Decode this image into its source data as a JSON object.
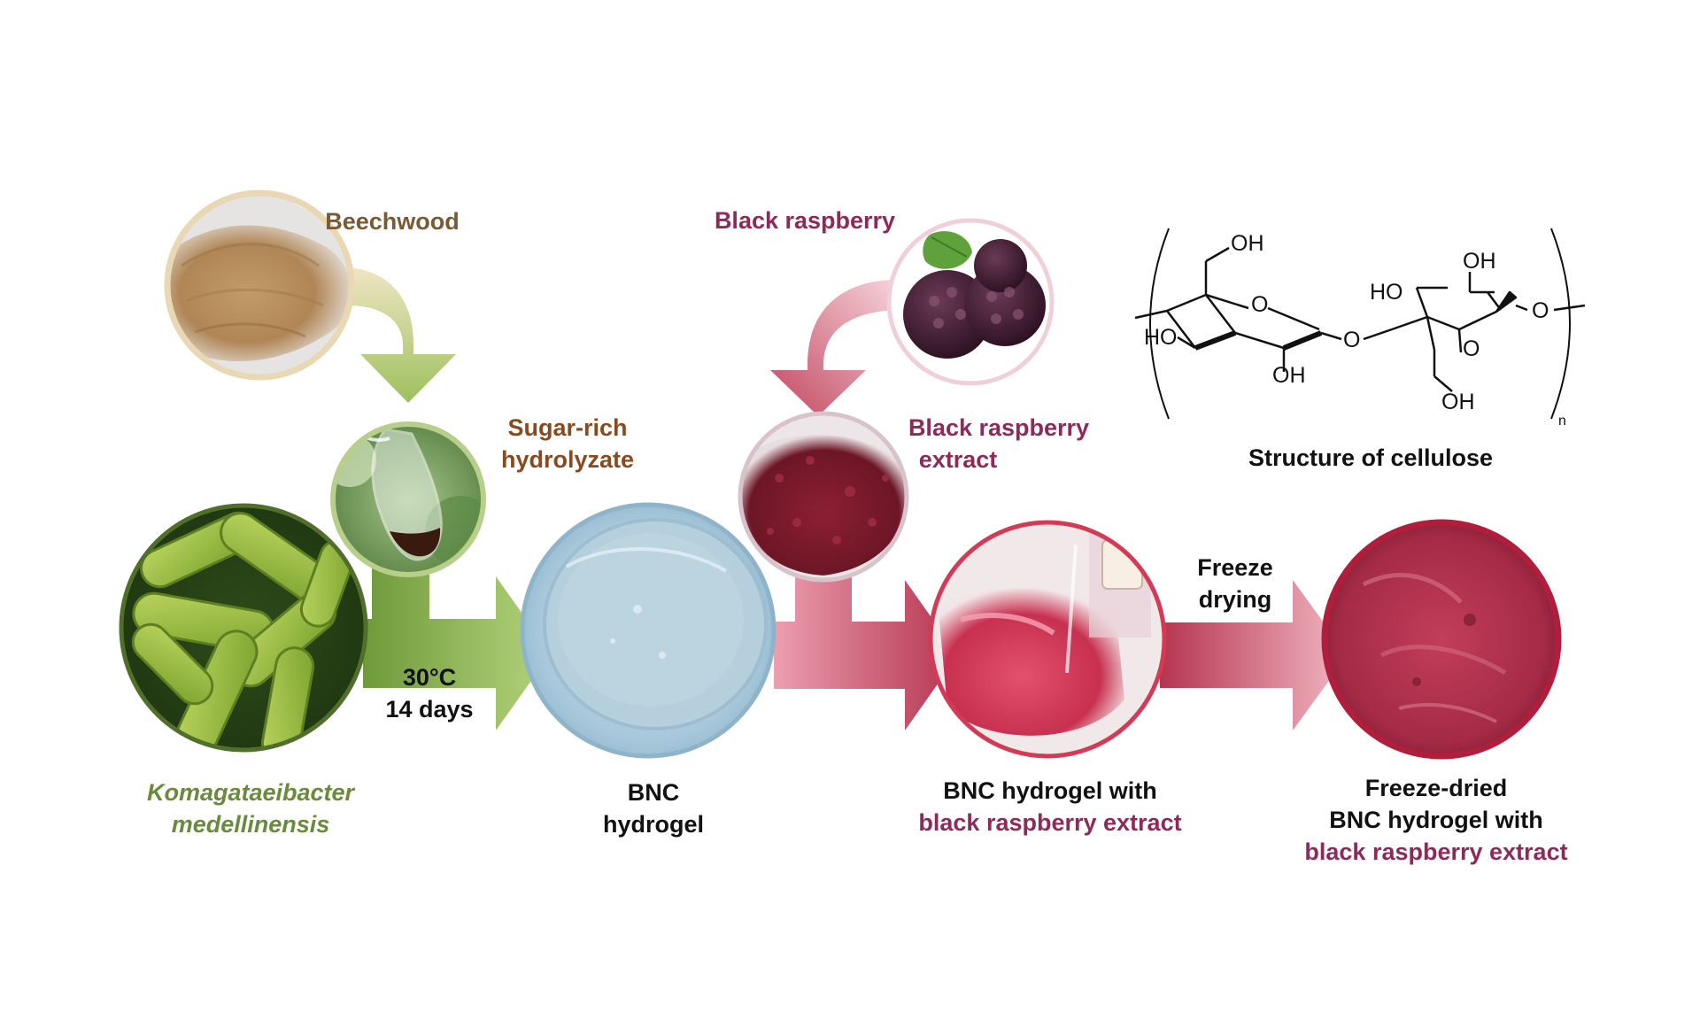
{
  "labels": {
    "beechwood": "Beechwood",
    "sugar_line1": "Sugar-rich",
    "sugar_line2": "hydrolyzate",
    "bacterium_line1": "Komagataeibacter",
    "bacterium_line2": "medellinensis",
    "conditions_line1": "30°C",
    "conditions_line2": "14 days",
    "bnc_line1": "BNC",
    "bnc_line2": "hydrogel",
    "raspberry": "Black raspberry",
    "extract_line1": "Black raspberry",
    "extract_line2": "extract",
    "hydrogel_extract_line1": "BNC hydrogel with",
    "hydrogel_extract_line2": "black raspberry extract",
    "freeze_line1": "Freeze",
    "freeze_line2": "drying",
    "dried_line1": "Freeze-dried",
    "dried_line2": "BNC hydrogel with",
    "dried_line3": "black raspberry extract",
    "structure_caption": "Structure of cellulose"
  },
  "structure_atoms": {
    "oh1": "OH",
    "o_ring1": "O",
    "ho1": "HO",
    "oh2": "OH",
    "o_link": "O",
    "oh3": "OH",
    "ho2": "HO",
    "o_ring2": "O",
    "o_end": "O",
    "oh4": "OH",
    "subscript_n": "n"
  },
  "colors": {
    "green_label": "#6a8a3c",
    "brown_label": "#8a5a2a",
    "brown_dark": "#8b4513",
    "berry_label": "#8e2a5a",
    "crimson": "#b2304c",
    "arrow_green": "#8ab34e",
    "arrow_red": "#b93a55"
  },
  "icons": {
    "beechwood_photo": "sawdust-photo-icon",
    "hydrolyzate_photo": "flask-photo-icon",
    "bacteria_photo": "rod-bacteria-photo-icon",
    "bnc_photo": "hydrogel-dish-photo-icon",
    "raspberry_photo": "raspberry-photo-icon",
    "extract_photo": "powder-photo-icon",
    "beaker_photo": "beaker-photo-icon",
    "dried_photo": "dried-disc-photo-icon"
  }
}
